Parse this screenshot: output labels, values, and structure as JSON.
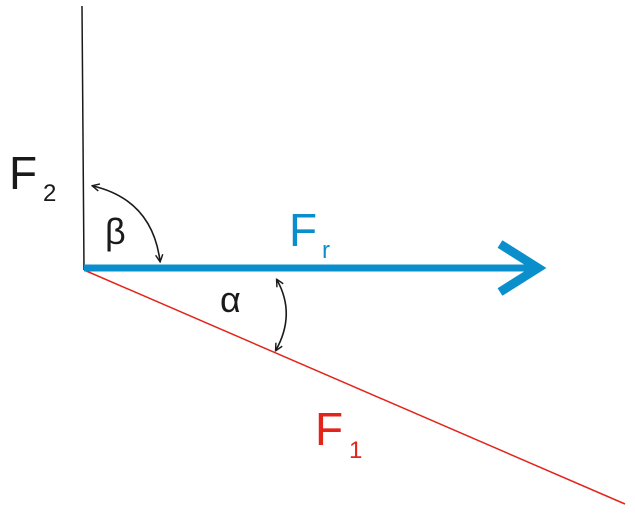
{
  "labels": {
    "f2": {
      "main": "F",
      "sub": "2"
    },
    "fr": {
      "main": "F",
      "sub": "r"
    },
    "f1": {
      "main": "F",
      "sub": "1"
    },
    "beta": "β",
    "alpha": "α"
  },
  "colors": {
    "f1": "#e3241b",
    "f2": "#1a1a1a",
    "fr": "#0a8fcc",
    "arc": "#1a1a1a"
  }
}
